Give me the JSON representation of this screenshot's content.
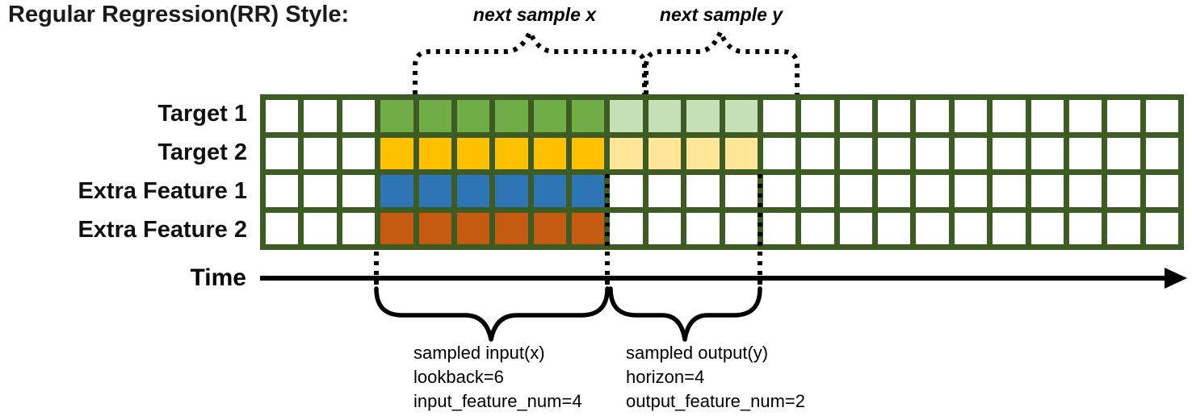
{
  "title": "Regular Regression(RR) Style:",
  "annotations": {
    "next_sample_x": "next sample x",
    "next_sample_y": "next sample y"
  },
  "time_axis": {
    "label": "Time"
  },
  "grid": {
    "columns": 24,
    "border_color": "#3C5C24",
    "default_cell_color": "#FFFFFF",
    "rows": [
      {
        "label": "Target 1",
        "segments": [
          {
            "start": 3,
            "count": 6,
            "color": "#70AD47",
            "role": "sampled-input"
          },
          {
            "start": 9,
            "count": 4,
            "color": "#C5E0B4",
            "role": "sampled-output"
          }
        ]
      },
      {
        "label": "Target 2",
        "segments": [
          {
            "start": 3,
            "count": 6,
            "color": "#FFC000",
            "role": "sampled-input"
          },
          {
            "start": 9,
            "count": 4,
            "color": "#FFE699",
            "role": "sampled-output"
          }
        ]
      },
      {
        "label": "Extra Feature 1",
        "segments": [
          {
            "start": 3,
            "count": 6,
            "color": "#2E75B6",
            "role": "sampled-input"
          }
        ]
      },
      {
        "label": "Extra Feature 2",
        "segments": [
          {
            "start": 3,
            "count": 6,
            "color": "#C55A11",
            "role": "sampled-input"
          }
        ]
      }
    ]
  },
  "callouts": {
    "input": {
      "lines": [
        "sampled input(x)",
        "lookback=6",
        "input_feature_num=4"
      ]
    },
    "output": {
      "lines": [
        "sampled output(y)",
        "horizon=4",
        "output_feature_num=2"
      ]
    }
  }
}
